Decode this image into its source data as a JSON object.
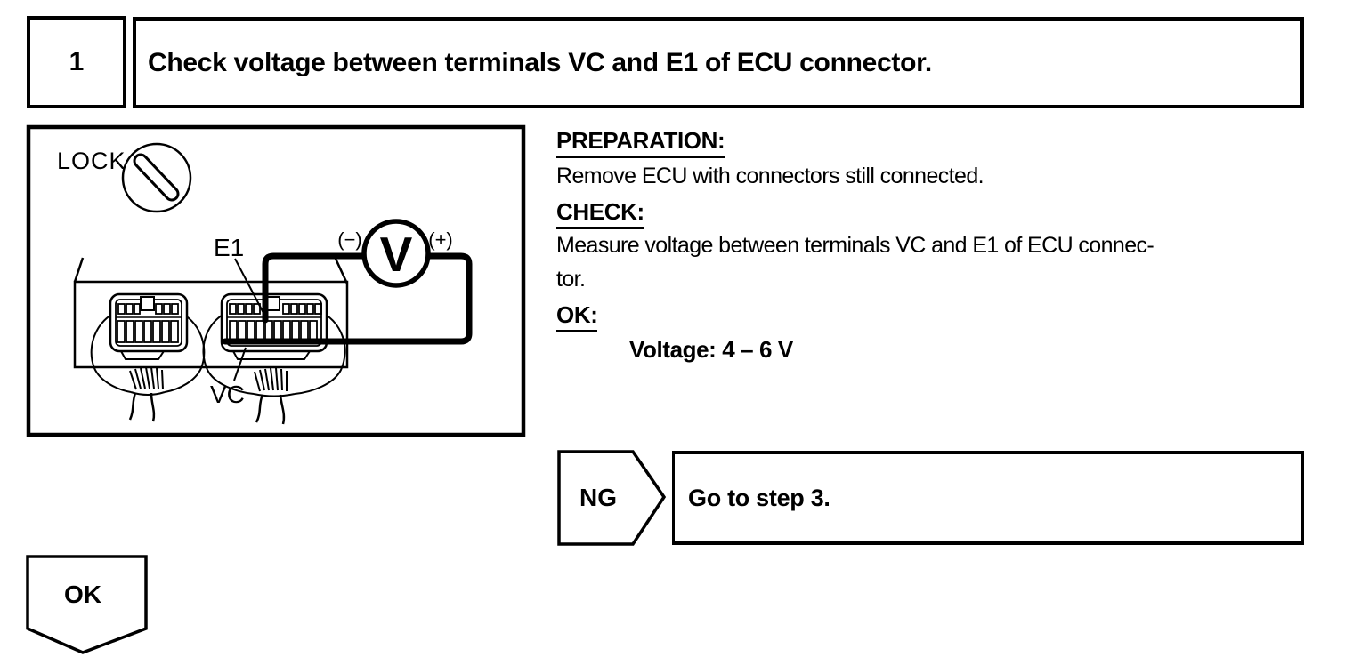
{
  "colors": {
    "ink": "#000000",
    "paper": "#ffffff"
  },
  "header": {
    "step_number": "1",
    "title": "Check voltage between terminals VC and E1 of ECU connector."
  },
  "diagram": {
    "lock_label": "LOCK",
    "terminal_top_label": "E1",
    "terminal_bottom_label": "VC",
    "voltmeter_label": "V",
    "minus_label": "(−)",
    "plus_label": "(+)"
  },
  "instructions": {
    "preparation_heading": "PREPARATION:",
    "preparation_text": "Remove ECU with connectors still connected.",
    "check_heading": "CHECK:",
    "check_text_line1": "Measure voltage between terminals VC and E1 of ECU connec-",
    "check_text_line2": "tor.",
    "ok_heading": "OK:",
    "ok_spec": "Voltage: 4 – 6 V"
  },
  "decision": {
    "ng_label": "NG",
    "ng_action": "Go to step 3.",
    "ok_label": "OK"
  }
}
